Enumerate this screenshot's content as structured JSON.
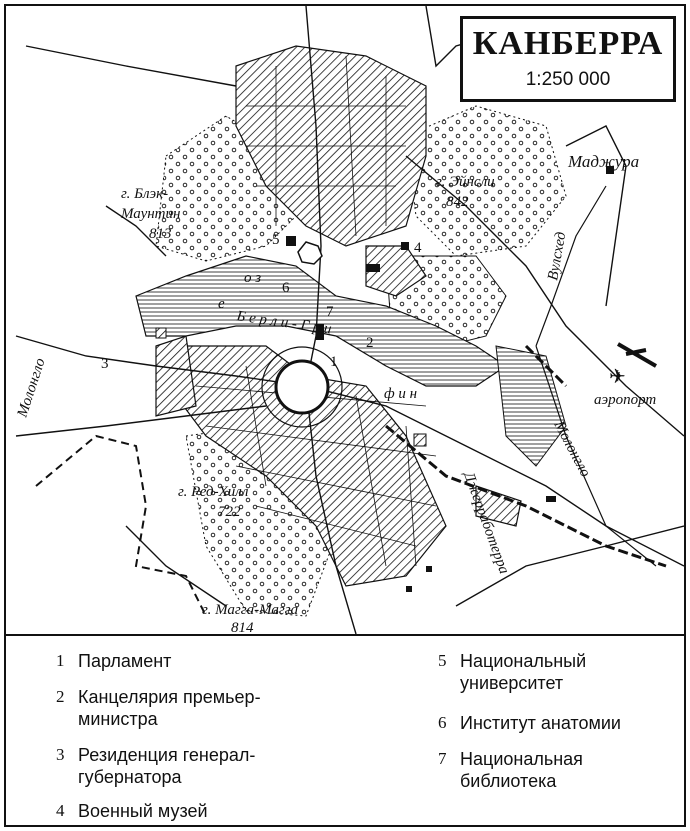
{
  "title": "КАНБЕРРА",
  "scale": "1:250 000",
  "map_labels": {
    "black_mountain_name": "г. Блэк-",
    "black_mountain_name2": "Маунтин",
    "black_mountain_elev": "813",
    "ainslie_name": "г. Эйнсли",
    "ainslie_elev": "842",
    "red_hill_name": "г. Ред-Хилл",
    "red_hill_elev": "722",
    "mugga_name": "г. Магга-Магга",
    "mugga_elev": "814",
    "majura": "Маджура",
    "woolshed": "Вулсхед",
    "molonglo_west": "Молонгло",
    "molonglo_east": "Молонгло",
    "jerrabomberra": "Джерработерра",
    "airport": "аэропорт",
    "lake_oz": "о з",
    "lake_e": "е",
    "lake_burley": "Б е р л и - Г р и",
    "lake_fin": "ф и н"
  },
  "markers": [
    "1",
    "2",
    "3",
    "4",
    "5",
    "6",
    "7"
  ],
  "legend": [
    {
      "num": "1",
      "text": "Парламент"
    },
    {
      "num": "2",
      "text": "Канцелярия премьер-\nминистра"
    },
    {
      "num": "3",
      "text": "Резиденция генерал-\nгубернатора"
    },
    {
      "num": "4",
      "text": "Военный музей"
    },
    {
      "num": "5",
      "text": "Национальный\nуниверситет"
    },
    {
      "num": "6",
      "text": "Институт анатомии"
    },
    {
      "num": "7",
      "text": "Национальная\nбиблиотека"
    }
  ]
}
